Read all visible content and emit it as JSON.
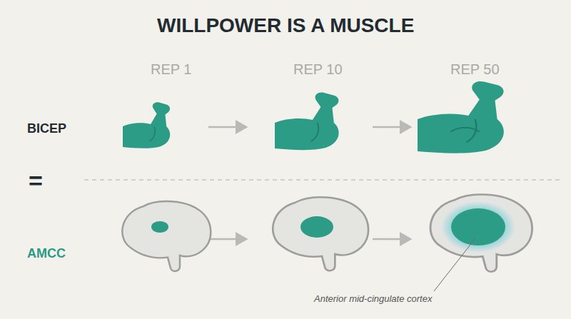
{
  "diagram": {
    "title": "WILLPOWER IS A MUSCLE",
    "labels": [
      "REP 1",
      "REP 10",
      "REP 50",
      "BICEP",
      "=",
      "AMCC",
      "Anterior mid-cingulate cortex"
    ]
  }
}
